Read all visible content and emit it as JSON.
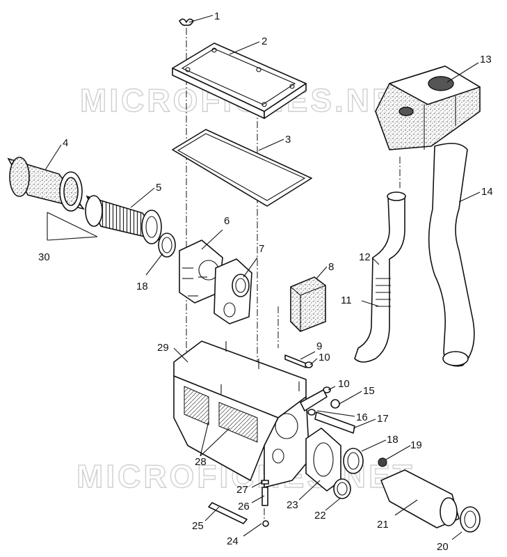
{
  "watermark": {
    "top": "MICROFICHES.NET",
    "bottom": "MICROFICHES.NET"
  },
  "callouts": [
    {
      "id": "1",
      "label": "1"
    },
    {
      "id": "2",
      "label": "2"
    },
    {
      "id": "3",
      "label": "3"
    },
    {
      "id": "4",
      "label": "4"
    },
    {
      "id": "5",
      "label": "5"
    },
    {
      "id": "6",
      "label": "6"
    },
    {
      "id": "7",
      "label": "7"
    },
    {
      "id": "8",
      "label": "8"
    },
    {
      "id": "9",
      "label": "9"
    },
    {
      "id": "10a",
      "label": "10"
    },
    {
      "id": "10b",
      "label": "10"
    },
    {
      "id": "11",
      "label": "11"
    },
    {
      "id": "12",
      "label": "12"
    },
    {
      "id": "13",
      "label": "13"
    },
    {
      "id": "14",
      "label": "14"
    },
    {
      "id": "15",
      "label": "15"
    },
    {
      "id": "16",
      "label": "16"
    },
    {
      "id": "17",
      "label": "17"
    },
    {
      "id": "18a",
      "label": "18"
    },
    {
      "id": "18b",
      "label": "18"
    },
    {
      "id": "19",
      "label": "19"
    },
    {
      "id": "20",
      "label": "20"
    },
    {
      "id": "21",
      "label": "21"
    },
    {
      "id": "22",
      "label": "22"
    },
    {
      "id": "23",
      "label": "23"
    },
    {
      "id": "24",
      "label": "24"
    },
    {
      "id": "25",
      "label": "25"
    },
    {
      "id": "26",
      "label": "26"
    },
    {
      "id": "27",
      "label": "27"
    },
    {
      "id": "28",
      "label": "28"
    },
    {
      "id": "29",
      "label": "29"
    },
    {
      "id": "30",
      "label": "30"
    }
  ]
}
